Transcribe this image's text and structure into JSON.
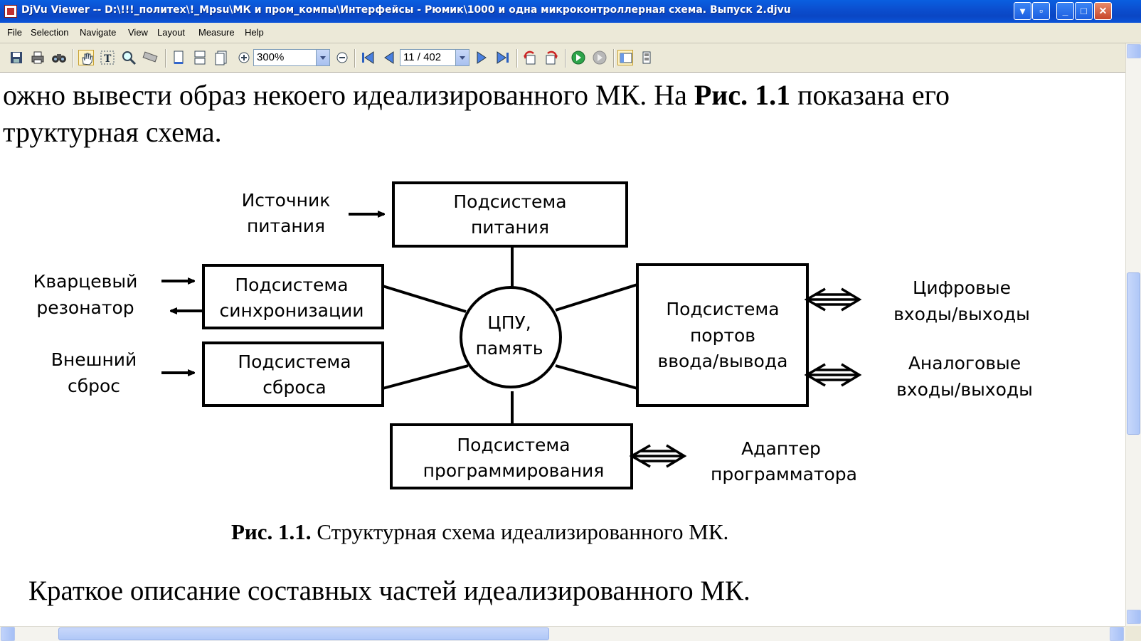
{
  "window": {
    "title": "DjVu Viewer -- D:\\!!!_политех\\!_Mpsu\\МК и пром_компы\\Интерфейсы - Рюмик\\1000 и одна микроконтроллерная схема. Выпуск 2.djvu",
    "buttons": [
      "help-button",
      "restore-button",
      "minimize-button",
      "maximize-button",
      "close-button"
    ]
  },
  "menu": [
    "File",
    "Selection",
    "Navigate",
    "View",
    "Layout",
    "Measure",
    "Help"
  ],
  "toolbar": {
    "zoom_value": "300%",
    "page_value": "11 / 402"
  },
  "document": {
    "line1_a": "ожно вывести образ некоего идеализированного МК. На ",
    "line1_bold": "Рис. 1.1",
    "line1_b": " показана его",
    "line2": "труктурная схема.",
    "caption_bold": "Рис. 1.1.",
    "caption_rest": " Структурная схема идеализированного МК.",
    "bottom_line": "Краткое описание составных частей идеализированного МК."
  },
  "diagram": {
    "power_source": [
      "Источник",
      "питания"
    ],
    "power_subsystem": [
      "Подсистема",
      "питания"
    ],
    "crystal": [
      "Кварцевый",
      "резонатор"
    ],
    "sync_subsystem": [
      "Подсистема",
      "синхронизации"
    ],
    "external_reset": [
      "Внешний",
      "сброс"
    ],
    "reset_subsystem": [
      "Подсистема",
      "сброса"
    ],
    "cpu": [
      "ЦПУ,",
      "память"
    ],
    "io_subsystem": [
      "Подсистема",
      "портов",
      "ввода/вывода"
    ],
    "digital_io": [
      "Цифровые",
      "входы/выходы"
    ],
    "analog_io": [
      "Аналоговые",
      "входы/выходы"
    ],
    "prog_subsystem": [
      "Подсистема",
      "программирования"
    ],
    "prog_adapter": [
      "Адаптер",
      "программатора"
    ]
  }
}
